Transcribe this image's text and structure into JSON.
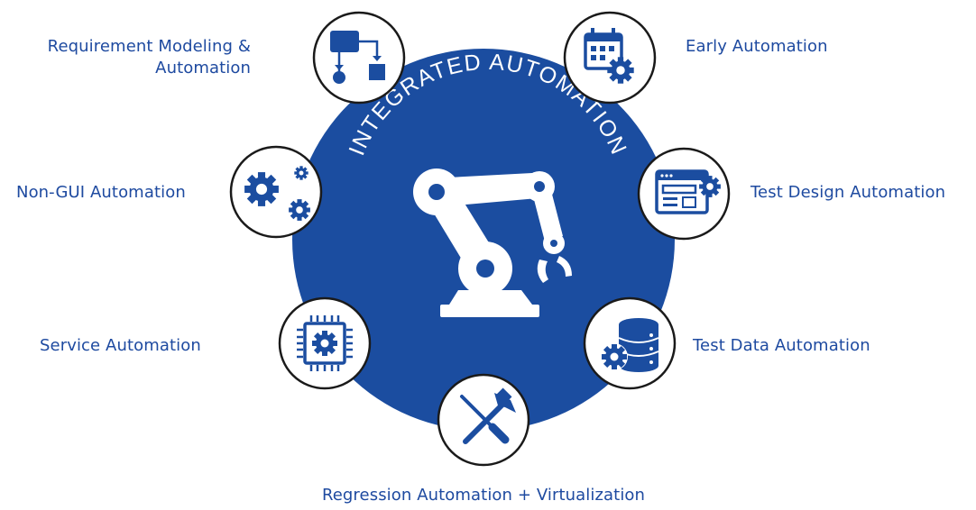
{
  "colors": {
    "primary_blue": "#1b4da0",
    "node_ring": "#1a1a1a",
    "label_text": "#1e4aa0",
    "background": "#ffffff"
  },
  "center": {
    "title": "INTEGRATED AUTOMATION",
    "icon": "robot-arm-icon"
  },
  "nodes": [
    {
      "label_lines": [
        "Requirement Modeling &",
        "Automation"
      ],
      "icon": "flowchart-icon"
    },
    {
      "label_lines": [
        "Early Automation"
      ],
      "icon": "calendar-gear-icon"
    },
    {
      "label_lines": [
        "Non-GUI Automation"
      ],
      "icon": "gears-icon"
    },
    {
      "label_lines": [
        "Test Design Automation"
      ],
      "icon": "browser-window-gear-icon"
    },
    {
      "label_lines": [
        "Service Automation"
      ],
      "icon": "chip-gear-icon"
    },
    {
      "label_lines": [
        "Test Data Automation"
      ],
      "icon": "database-gear-icon"
    },
    {
      "label_lines": [
        "Regression Automation + Virtualization"
      ],
      "icon": "tools-icon"
    }
  ]
}
